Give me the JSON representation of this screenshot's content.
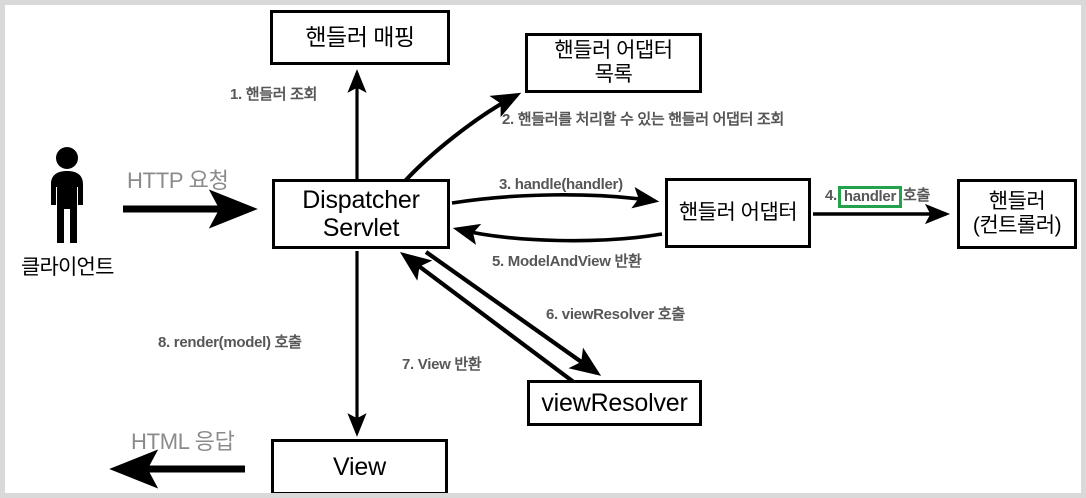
{
  "diagram": {
    "title": "Spring MVC DispatcherServlet Flow",
    "colors": {
      "label_gray": "#575757",
      "plain_gray": "#8b8b8b",
      "highlight_green": "#22a34b",
      "stroke_black": "#000000",
      "frame_gray": "#d9d9d9"
    },
    "actor": {
      "name": "클라이언트",
      "icon": "person-icon"
    },
    "nodes": [
      {
        "id": "handler-mapping",
        "lines": [
          "핸들러 매핑"
        ]
      },
      {
        "id": "handler-adapter-list",
        "lines": [
          "핸들러 어댑터",
          "목록"
        ]
      },
      {
        "id": "dispatcher-servlet",
        "lines": [
          "Dispatcher",
          "Servlet"
        ]
      },
      {
        "id": "handler-adapter",
        "lines": [
          "핸들러 어댑터"
        ]
      },
      {
        "id": "handler-controller",
        "lines": [
          "핸들러",
          "(컨트롤러)"
        ]
      },
      {
        "id": "view-resolver",
        "lines": [
          "viewResolver"
        ]
      },
      {
        "id": "view",
        "lines": [
          "View"
        ]
      }
    ],
    "plain_labels": [
      {
        "id": "http-request",
        "text": "HTTP 요청"
      },
      {
        "id": "html-response",
        "text": "HTML 응답"
      }
    ],
    "steps": [
      {
        "num": "1.",
        "text": "핸들러 조회",
        "full": "1. 핸들러 조회"
      },
      {
        "num": "2.",
        "text": "핸들러를 처리할 수 있는 핸들러 어댑터 조회",
        "full": "2. 핸들러를 처리할 수 있는 핸들러 어댑터 조회"
      },
      {
        "num": "3.",
        "text": "handle(handler)",
        "full": "3. handle(handler)"
      },
      {
        "num": "4.",
        "prefix": "4.",
        "highlight": "handler",
        "suffix": "호출",
        "full": "4. handler 호출"
      },
      {
        "num": "5.",
        "text": "ModelAndView 반환",
        "full": "5. ModelAndView 반환"
      },
      {
        "num": "6.",
        "text": "viewResolver 호출",
        "full": "6. viewResolver 호출"
      },
      {
        "num": "7.",
        "text": "View 반환",
        "full": "7. View 반환"
      },
      {
        "num": "8.",
        "text": "render(model) 호출",
        "full": "8. render(model) 호출"
      }
    ]
  }
}
